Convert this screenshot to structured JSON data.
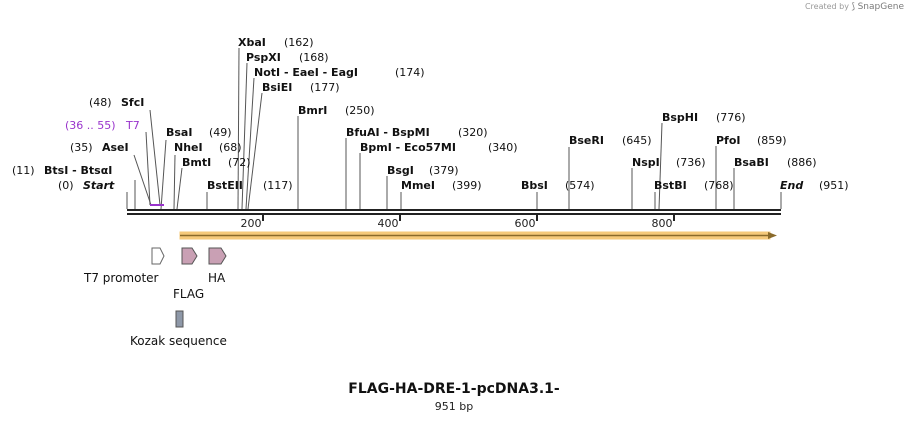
{
  "credit": {
    "prefix": "Created by",
    "brand": "SnapGene"
  },
  "title": "FLAG-HA-DRE-1-pcDNA3.1-",
  "length_label": "951 bp",
  "sequence_length": 951,
  "ruler_ticks": [
    {
      "value": 200,
      "label": "200"
    },
    {
      "value": 400,
      "label": "400"
    },
    {
      "value": 600,
      "label": "600"
    },
    {
      "value": 800,
      "label": "800"
    }
  ],
  "sites": [
    {
      "name": "BtsI - BtsαI",
      "pos": 11,
      "label": "(11)"
    },
    {
      "name": "Start",
      "pos": 0,
      "label": "(0)"
    },
    {
      "name": "SfcI",
      "pos": 48,
      "label": "(48)"
    },
    {
      "name": "T7",
      "pos": 36,
      "label": "(36 .. 55)"
    },
    {
      "name": "AseI",
      "pos": 35,
      "label": "(35)"
    },
    {
      "name": "BsaI",
      "pos": 49,
      "label": "(49)"
    },
    {
      "name": "NheI",
      "pos": 68,
      "label": "(68)"
    },
    {
      "name": "BmtI",
      "pos": 72,
      "label": "(72)"
    },
    {
      "name": "BstEII",
      "pos": 117,
      "label": "(117)"
    },
    {
      "name": "XbaI",
      "pos": 162,
      "label": "(162)"
    },
    {
      "name": "PspXI",
      "pos": 168,
      "label": "(168)"
    },
    {
      "name": "NotI - EaeI - EagI",
      "pos": 174,
      "label": "(174)"
    },
    {
      "name": "BsiEI",
      "pos": 177,
      "label": "(177)"
    },
    {
      "name": "BmrI",
      "pos": 250,
      "label": "(250)"
    },
    {
      "name": "BfuAI - BspMI",
      "pos": 320,
      "label": "(320)"
    },
    {
      "name": "BpmI - Eco57MI",
      "pos": 340,
      "label": "(340)"
    },
    {
      "name": "BsgI",
      "pos": 379,
      "label": "(379)"
    },
    {
      "name": "MmeI",
      "pos": 399,
      "label": "(399)"
    },
    {
      "name": "BbsI",
      "pos": 574,
      "label": "(574)"
    },
    {
      "name": "BseRI",
      "pos": 645,
      "label": "(645)"
    },
    {
      "name": "NspI",
      "pos": 736,
      "label": "(736)"
    },
    {
      "name": "BspHI",
      "pos": 776,
      "label": "(776)"
    },
    {
      "name": "BstBI",
      "pos": 768,
      "label": "(768)"
    },
    {
      "name": "PfoI",
      "pos": 859,
      "label": "(859)"
    },
    {
      "name": "BsaBI",
      "pos": 886,
      "label": "(886)"
    },
    {
      "name": "End",
      "pos": 951,
      "label": "(951)"
    }
  ],
  "features": [
    {
      "name": "T7 promoter",
      "type": "promoter",
      "color": "#ffffff"
    },
    {
      "name": "FLAG",
      "type": "tag",
      "color": "#c9a0b4"
    },
    {
      "name": "HA",
      "type": "tag",
      "color": "#c9a0b4"
    },
    {
      "name": "Kozak sequence",
      "type": "misc",
      "color": "#8e98a8"
    }
  ],
  "orf": {
    "color": "#f5c97a",
    "outline": "#8a6a2a"
  },
  "colors": {
    "primer": "#9933cc",
    "backbone": "#222222",
    "text": "#111111"
  }
}
